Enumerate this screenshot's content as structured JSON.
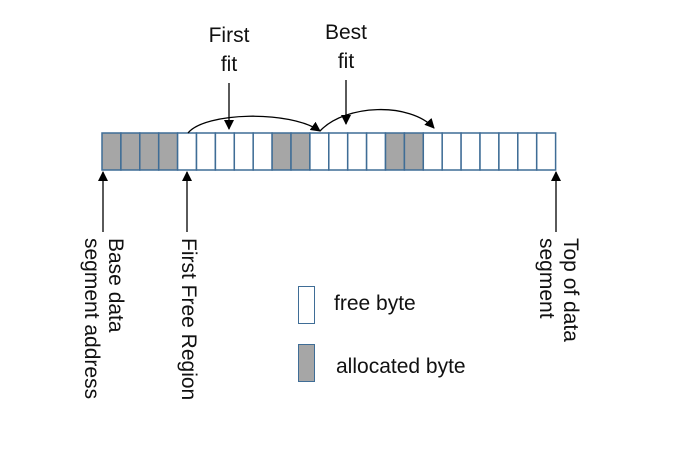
{
  "labels": {
    "first_fit": [
      "First",
      "fit"
    ],
    "best_fit": [
      "Best",
      "fit"
    ],
    "base_data_segment": [
      "Base data",
      "segment address"
    ],
    "first_free_region": "First Free Region",
    "top_of_data_segment": [
      "Top of data",
      "segment"
    ]
  },
  "legend": {
    "free": {
      "label": "free byte",
      "color": "#ffffff"
    },
    "allocated": {
      "label": "allocated byte",
      "color": "#a6a6a6"
    }
  },
  "memory": {
    "bytes": [
      "allocated",
      "allocated",
      "allocated",
      "allocated",
      "free",
      "free",
      "free",
      "free",
      "free",
      "allocated",
      "allocated",
      "free",
      "free",
      "free",
      "free",
      "allocated",
      "allocated",
      "free",
      "free",
      "free",
      "free",
      "free",
      "free",
      "free"
    ],
    "border_color": "#3f6d96",
    "allocated_color": "#a6a6a6",
    "free_color": "#ffffff"
  }
}
